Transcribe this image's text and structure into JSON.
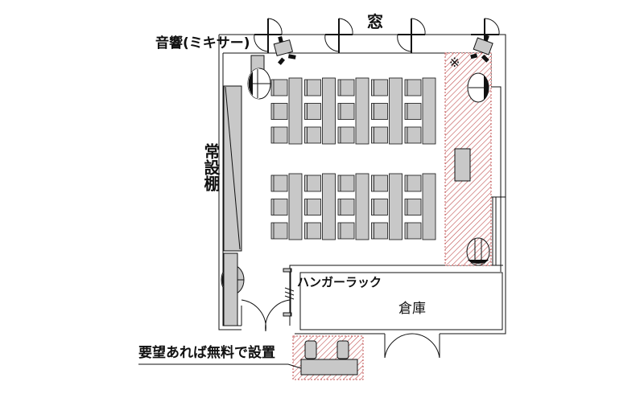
{
  "labels": {
    "window": "窓",
    "audio_mixer": "音響(ミキサー)",
    "permanent_shelf": "常設棚",
    "note_mark": "※",
    "hanger_rack": "ハンガーラック",
    "storage": "倉庫",
    "optional_install": "要望あれば無料で設置"
  },
  "layout_counts": {
    "table_groups_per_block": 5,
    "chairs_per_group": 3,
    "blocks": 2
  },
  "colors": {
    "furniture_gray": "#c8c8c8",
    "hatch_red": "#c05050",
    "line": "#111111"
  }
}
